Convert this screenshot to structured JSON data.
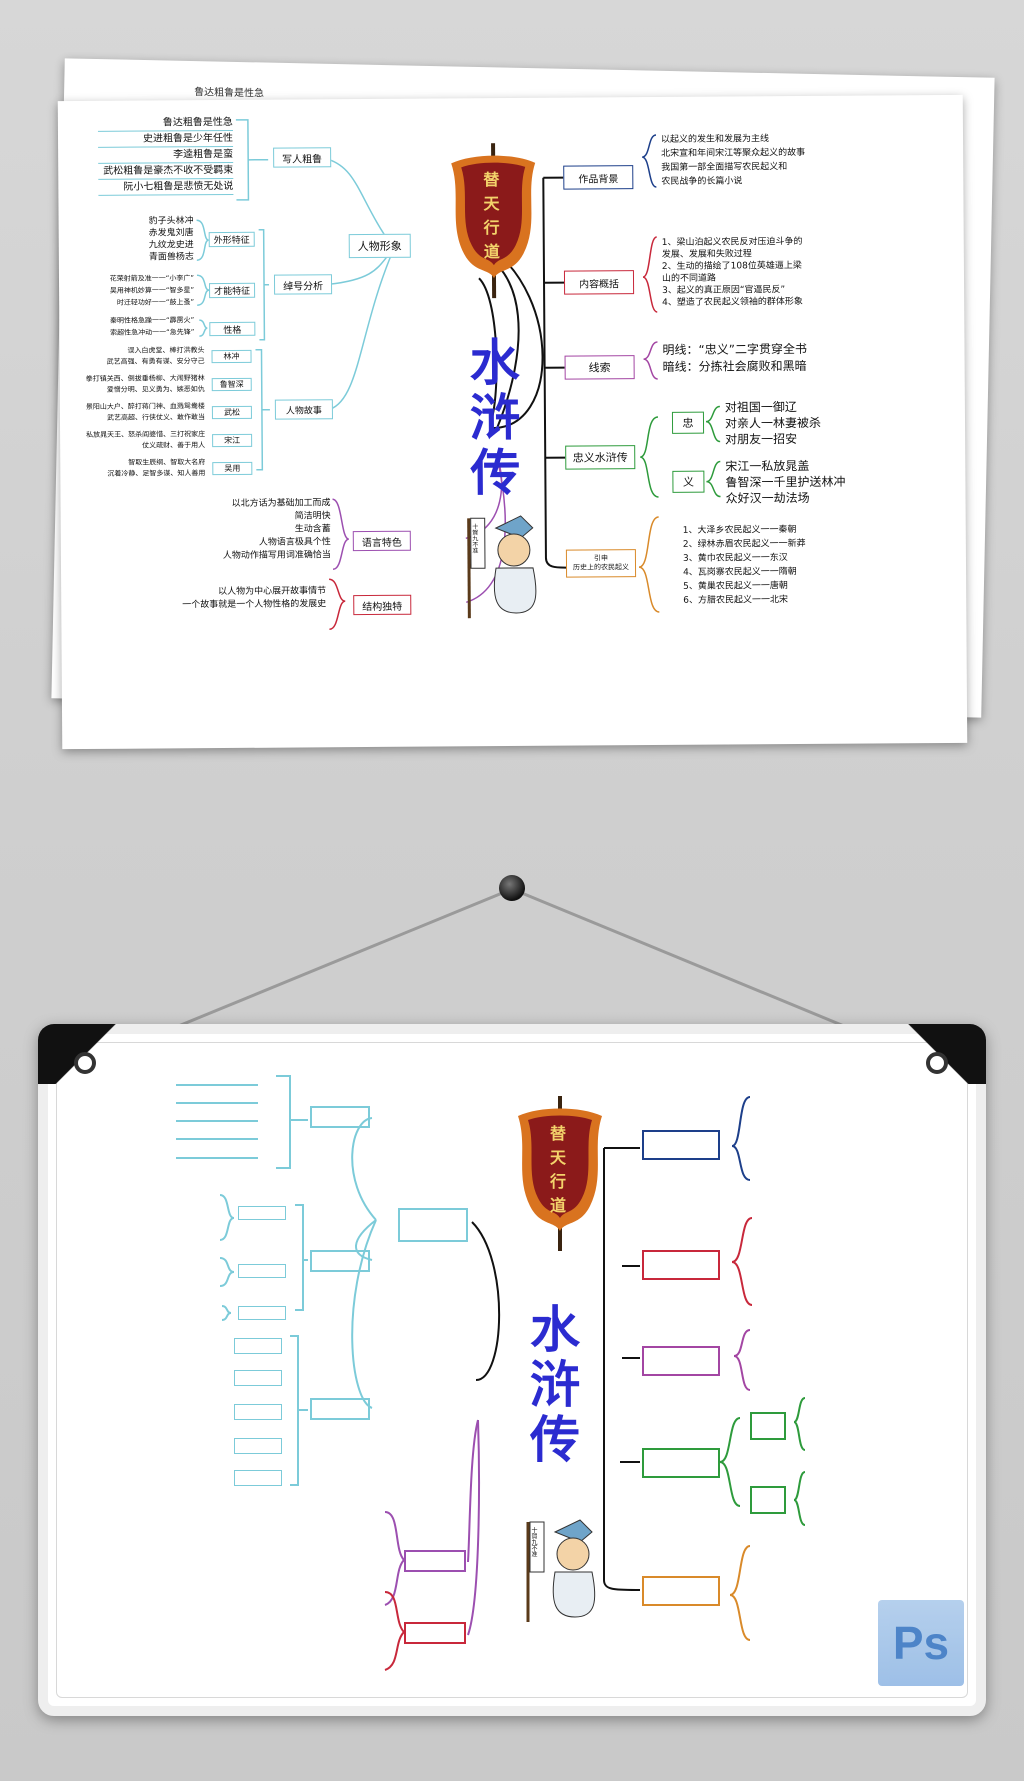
{
  "top_map": {
    "title_chars": [
      "水",
      "浒",
      "传"
    ],
    "banner_chars": [
      "替",
      "天",
      "行",
      "道"
    ],
    "figure_flag": "十賀九不准",
    "left": {
      "branch1": "人物形象",
      "sub_xiexie": "写人粗鲁",
      "xiexie_items": [
        "鲁达粗鲁是性急",
        "史进粗鲁是少年任性",
        "李逵粗鲁是蛮",
        "武松粗鲁是豪杰不收不受羁束",
        "阮小七粗鲁是悲愤无处说"
      ],
      "sub_chuohao": "绰号分析",
      "waixing": "外形特征",
      "waixing_items": [
        "豹子头林冲",
        "赤发鬼刘唐",
        "九纹龙史进",
        "青面兽杨志"
      ],
      "caineng": "才能特征",
      "caineng_items": [
        "花荣射箭及准一一“小李广”",
        "吴用神机妙算一一“智多星”",
        "时迁轻功好一一“鼓上蚤”"
      ],
      "xingge": "性格",
      "xingge_items": [
        "秦明性格急躁一一“霹雳火”",
        "索超性急冲动一一“急先锋”"
      ],
      "sub_gushi": "人物故事",
      "story_names": [
        "林冲",
        "鲁智深",
        "武松",
        "宋江",
        "吴用"
      ],
      "story_texts": [
        [
          "误入白虎堂、棒打洪教头",
          "武艺高强、有勇有谋、安分守己"
        ],
        [
          "拳打镇关西、倒拔垂杨柳、大闹野猪林",
          "爱憎分明、见义勇为、嫉恶如仇"
        ],
        [
          "景阳山大户、醉打蒋门神、血溅鸳鸯楼",
          "武艺高超、行侠仗义、敢作敢当"
        ],
        [
          "私放晁天王、怒杀阎婆惜、三打祝家庄",
          "仗义疏财、善于用人"
        ],
        [
          "智取生辰纲、智取大名府",
          "沉着冷静、足智多谋、知人善用"
        ]
      ],
      "branch2": "语言特色",
      "yuyan_items": [
        "以北方话为基础加工而成",
        "简洁明快",
        "生动含蓄",
        "人物语言极具个性",
        "人物动作描写用词准确恰当"
      ],
      "branch3": "结构独特",
      "jiegou_items": [
        "以人物为中心展开故事情节",
        "一个故事就是一个人物性格的发展史"
      ],
      "clipped_top": "鲁达粗鲁是性急"
    },
    "right": {
      "zuopin": "作品背景",
      "zuopin_items": [
        "以起义的发生和发展为主线",
        "北宋宣和年间宋江等聚众起义的故事",
        "我国第一部全面描写农民起义和",
        "农民战争的长篇小说"
      ],
      "neirong": "内容概括",
      "neirong_items": [
        "1、梁山泊起义农民反对压迫斗争的",
        "发展、发展和失败过程",
        "2、生动的描绘了108位英雄逼上梁",
        "山的不同道路",
        "3、起义的真正原因“官逼民反”",
        "4、塑造了农民起义领袖的群体形象"
      ],
      "xiansuo": "线索",
      "xiansuo_items": [
        "明线：“忠义”二字贯穿全书",
        "暗线：分拣社会腐败和黑暗"
      ],
      "zhongyi": "忠义水浒传",
      "zhong": "忠",
      "zhong_items": [
        "对祖国一御辽",
        "对亲人一林妻被杀",
        "对朋友一招安"
      ],
      "yi": "义",
      "yi_items": [
        "宋江一私放晁盖",
        "鲁智深一千里护送林冲",
        "众好汉一劫法场"
      ],
      "yinshen_1": "引申",
      "yinshen_2": "历史上的农民起义",
      "yinshen_items": [
        "1、大泽乡农民起义一一秦朝",
        "2、绿林赤眉农民起义一一新莽",
        "3、黄巾农民起义一一东汉",
        "4、瓦岗寨农民起义一一隋朝",
        "5、黄巢农民起义一一唐朝",
        "6、方腊农民起义一一北宋"
      ]
    }
  },
  "bottom_map": {
    "title_chars": [
      "水",
      "浒",
      "传"
    ],
    "banner_chars": [
      "替",
      "天",
      "行",
      "道"
    ],
    "figure_flag": "十賀九不准"
  },
  "badge": {
    "label": "Ps"
  },
  "colors": {
    "title": "#2b2bd0",
    "cyan": "#7ccbd9",
    "purple": "#9c4fb0",
    "red": "#c8283b",
    "navy": "#1d3f8a",
    "magenta": "#a346a3",
    "green": "#2e9b3c",
    "orange": "#d98a2a",
    "banner_red": "#8b1a1a",
    "banner_flame": "#d9731f"
  }
}
